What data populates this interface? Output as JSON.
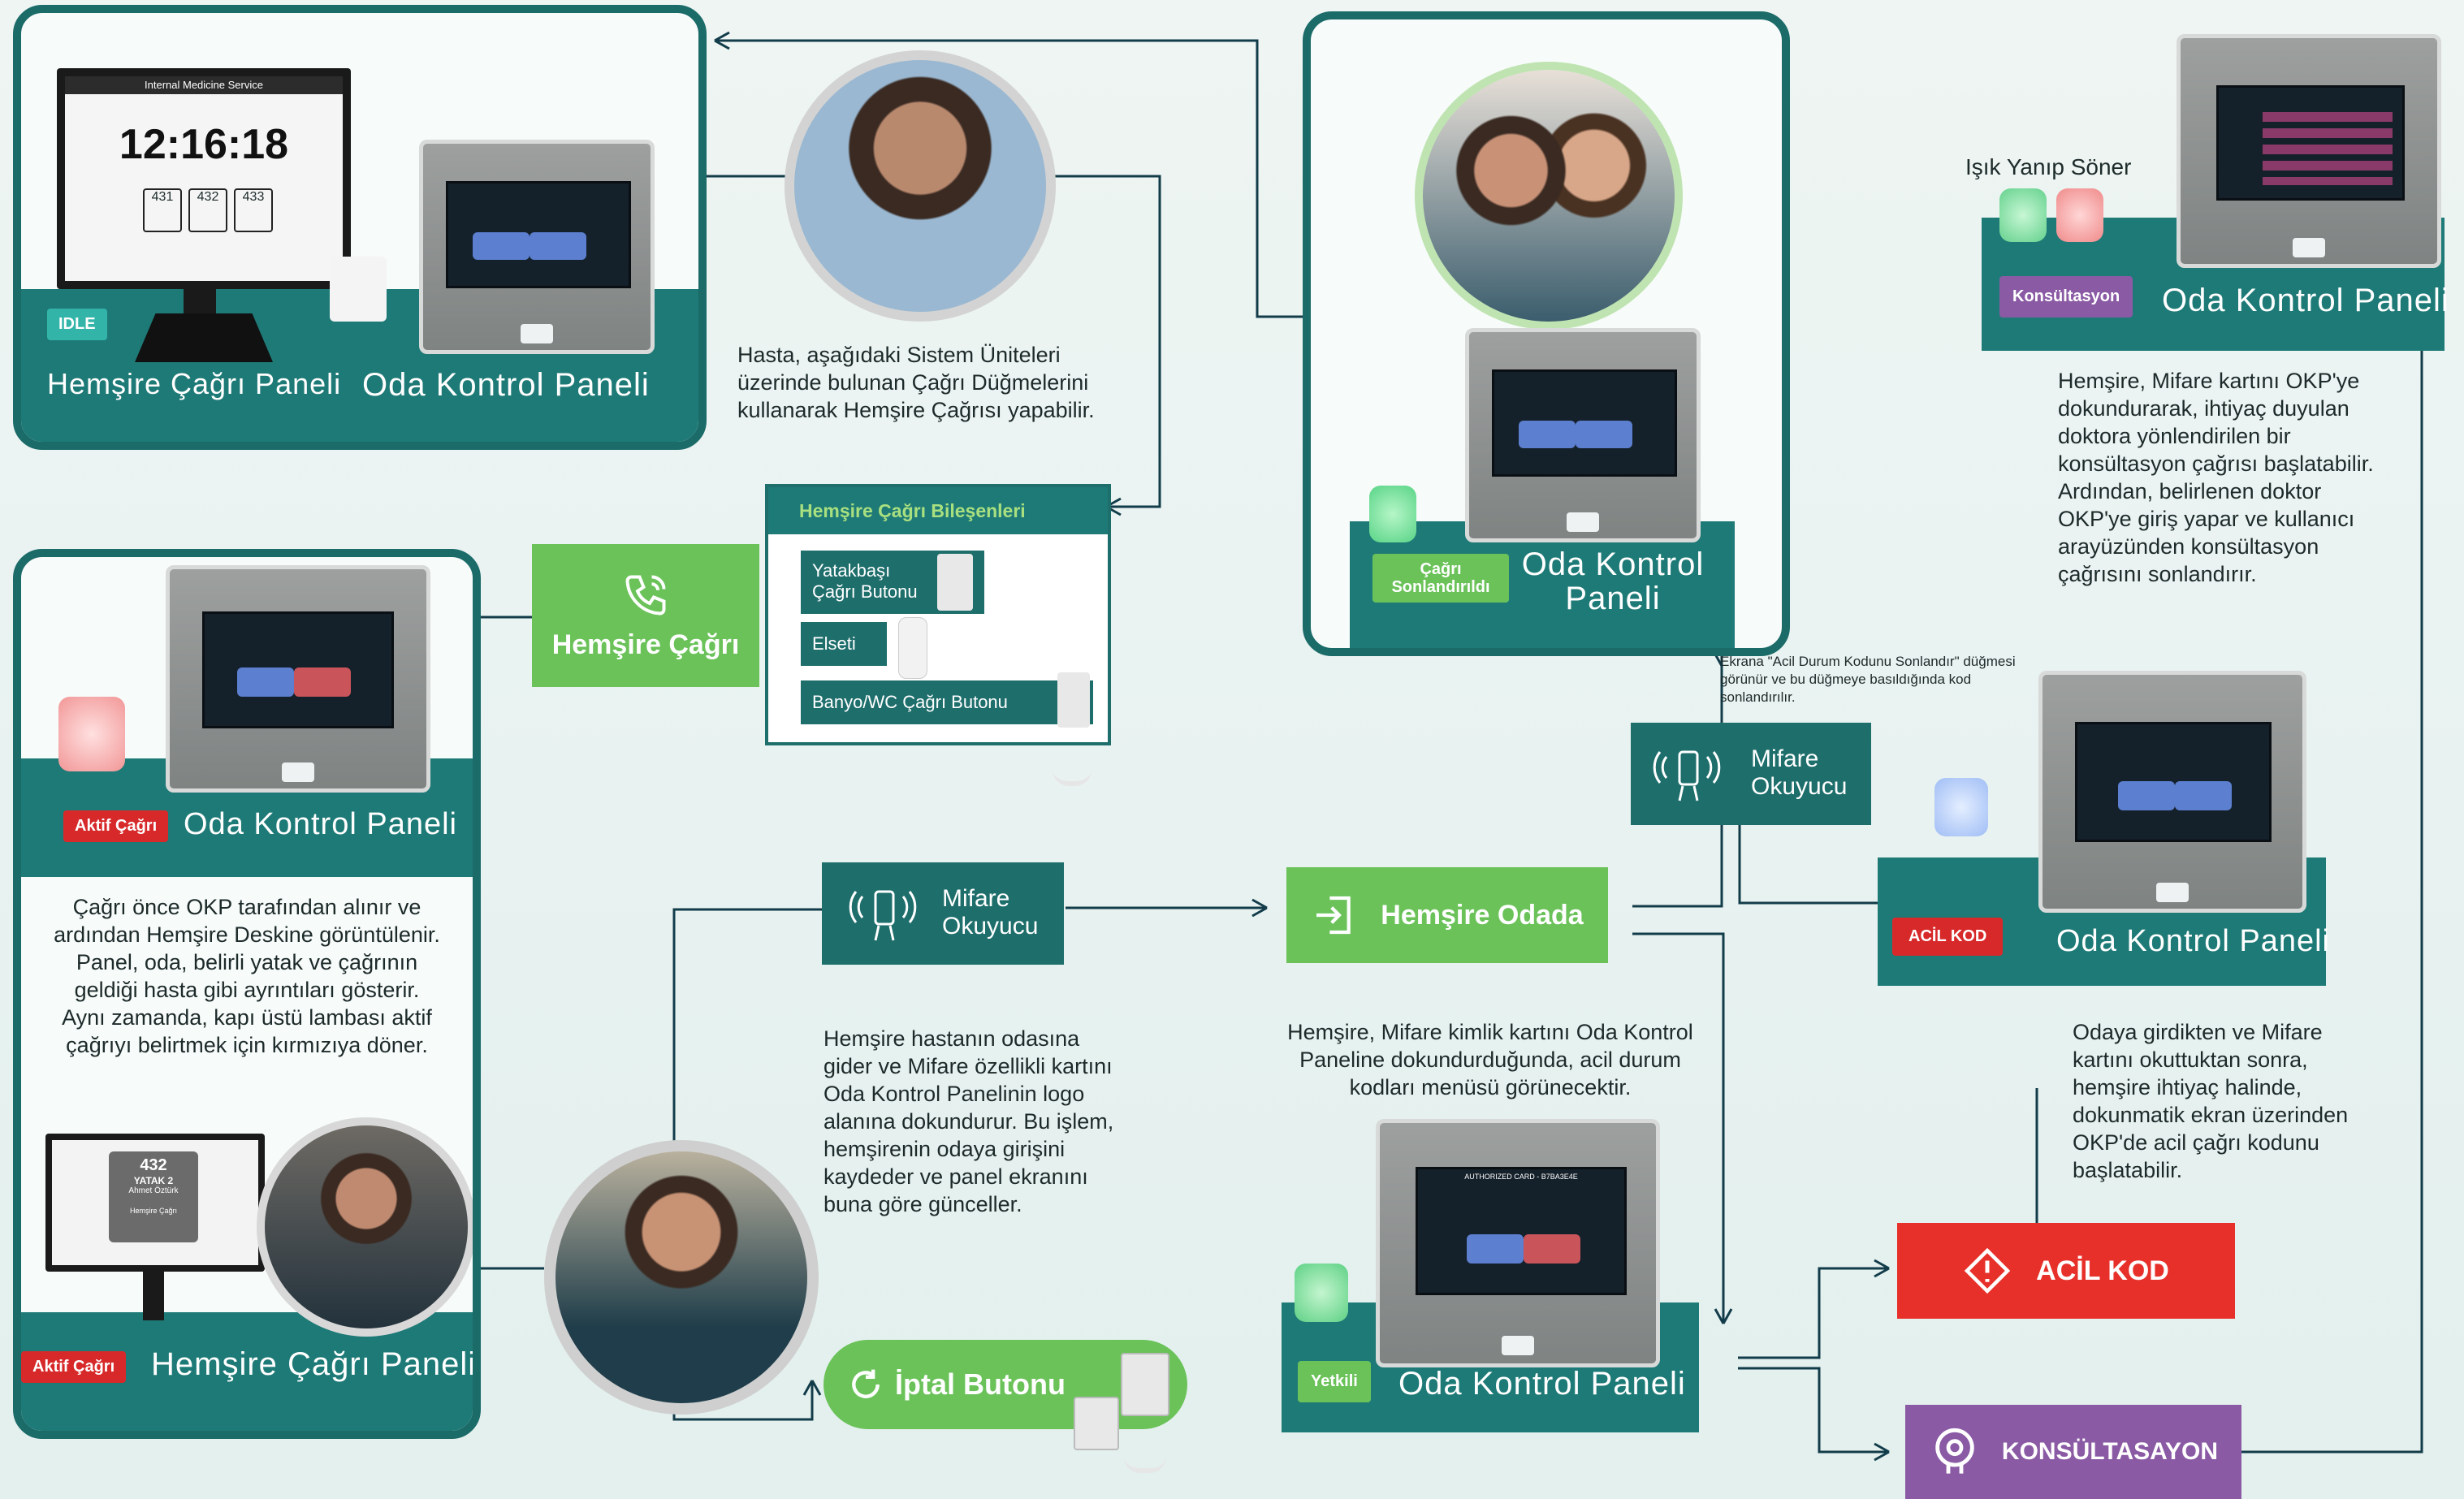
{
  "top_left": {
    "monitor_title": "Internal Medicine Service",
    "clock": "12:16:18",
    "rooms": [
      "431",
      "432",
      "433"
    ],
    "badge": "IDLE",
    "label_nurse_panel": "Hemşire Çağrı Paneli",
    "label_room_panel": "Oda Kontrol Paneli"
  },
  "patient_text": "Hasta, aşağıdaki Sistem Üniteleri üzerinde bulunan Çağrı Düğmelerini kullanarak Hemşire Çağrısı yapabilir.",
  "components": {
    "title": "Hemşire Çağrı Bileşenleri",
    "items": [
      "Yatakbaşı Çağrı Butonu",
      "Elseti",
      "Banyo/WC Çağrı Butonu"
    ]
  },
  "nurse_call_btn": "Hemşire Çağrı",
  "top_center": {
    "badge": "Çağrı Sonlandırıldı",
    "label": "Oda Kontrol Paneli"
  },
  "top_right": {
    "light_caption": "Işık Yanıp Söner",
    "badge": "Konsültasyon",
    "label": "Oda Kontrol Paneli",
    "text": "Hemşire, Mifare  kartını OKP'ye dokundurarak, ihtiyaç duyulan doktora yönlendirilen bir konsültasyon çağrısı başlatabilir. Ardından, belirlenen doktor OKP'ye giriş yapar ve kullanıcı arayüzünden konsültasyon çağrısını sonlandırır."
  },
  "left_mid": {
    "badge": "Aktif Çağrı",
    "label": "Oda Kontrol Paneli",
    "text": "Çağrı önce OKP tarafından alınır ve ardından Hemşire Deskine görüntülenir. Panel, oda, belirli yatak ve çağrının geldiği hasta gibi ayrıntıları gösterir. Aynı zamanda, kapı üstü lambası aktif çağrıyı belirtmek için kırmızıya döner.",
    "monitor_room": "432",
    "monitor_bed": "YATAK 2",
    "monitor_name": "Ahmet Öztürk",
    "monitor_call": "Hemşire Çağrı",
    "badge2": "Aktif Çağrı",
    "label2": "Hemşire Çağrı Paneli"
  },
  "mifare_mid": "Mifare Okuyucu",
  "nurse_text": "Hemşire hastanın odasına gider ve Mifare özellikli kartını Oda Kontrol Panelinin logo alanına dokundurur. Bu işlem, hemşirenin odaya girişini kaydeder ve panel ekranını buna göre günceller.",
  "cancel_btn": "İptal Butonu",
  "nurse_in_room": "Hemşire Odada",
  "auth_text": "Hemşire, Mifare kimlik kartını Oda Kontrol Paneline dokundurduğunda, acil durum kodları menüsü görünecektir.",
  "authorized": {
    "badge": "Yetkili",
    "label": "Oda Kontrol Paneli",
    "screen_header": "AUTHORIZED CARD - B7BA3E4E"
  },
  "mifare_right": "Mifare Okuyucu",
  "end_code_note": "Ekrana \"Acil Durum Kodunu Sonlandır\" düğmesi görünür ve bu düğmeye basıldığında kod sonlandırılır.",
  "emergency": {
    "badge": "ACİL KOD",
    "label": "Oda Kontrol Paneli",
    "text": "Odaya girdikten ve Mifare kartını okuttuktan sonra, hemşire  ihtiyaç halinde, dokunmatik ekran üzerinden OKP'de acil çağrı kodunu başlatabilir."
  },
  "acil_kod_btn": "ACİL KOD",
  "konsultasyon_btn": "KONSÜLTASAYON",
  "colors": {
    "teal": "#1e7a77",
    "green": "#6ac259",
    "red": "#e23b36",
    "purple": "#8a5aa4"
  }
}
